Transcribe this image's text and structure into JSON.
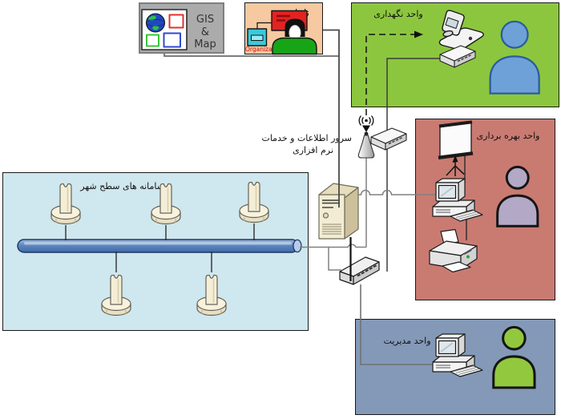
{
  "boxes": {
    "gis": {
      "label_lines": [
        "GIS",
        "&",
        "Map"
      ],
      "fill": "#ababab",
      "border": "#7f7f7f"
    },
    "naja": {
      "label": "ناجا",
      "caption": "Organizational portal",
      "fill": "#f6c9a0"
    },
    "maintenance": {
      "label": "واحد نگهداری",
      "fill": "#8cc63f"
    },
    "operation": {
      "label": "واحد بهره برداری",
      "fill": "#c97b72"
    },
    "management": {
      "label": "واحد مدیریت",
      "fill": "#8399b7"
    },
    "city_systems": {
      "label": "سامانه های سطح شهر",
      "fill": "#cfe7ee"
    }
  },
  "server": {
    "label_line1": "سرور اطلاعات و خدمات",
    "label_line2": "نرم افزاری"
  },
  "icons": {
    "gis": "gis-map-icon",
    "naja": "organizational-portal-icon",
    "phone": "flip-phone-icon",
    "modem": "modem-icon",
    "antenna": "wireless-antenna-icon",
    "wireless_signal": "wireless-signal-icon",
    "server": "server-tower-icon",
    "switch": "network-switch-icon",
    "camera": "cctv-camera-icon",
    "bus": "network-bus-pipe",
    "screen": "projector-screen-icon",
    "computer": "desktop-computer-icon",
    "printer": "printer-icon",
    "person": "person-icon"
  },
  "connections": [
    {
      "from": "gis-map",
      "to": "server",
      "style": "solid"
    },
    {
      "from": "naja-portal",
      "to": "server",
      "style": "solid"
    },
    {
      "from": "maintenance-modem",
      "to": "network-switch",
      "style": "solid"
    },
    {
      "from": "antenna",
      "to": "maintenance-phone",
      "style": "dashed-arrow"
    },
    {
      "from": "city-bus",
      "to": "network-switch",
      "style": "solid"
    },
    {
      "from": "antenna",
      "to": "network-switch",
      "style": "solid"
    },
    {
      "from": "server",
      "to": "network-switch",
      "style": "solid"
    },
    {
      "from": "server",
      "to": "operation-computer",
      "style": "solid"
    },
    {
      "from": "network-switch",
      "to": "management-computer",
      "style": "solid"
    },
    {
      "from": "operation-screen",
      "to": "operation-computer",
      "style": "solid"
    },
    {
      "from": "operation-computer",
      "to": "operation-printer",
      "style": "solid"
    }
  ]
}
